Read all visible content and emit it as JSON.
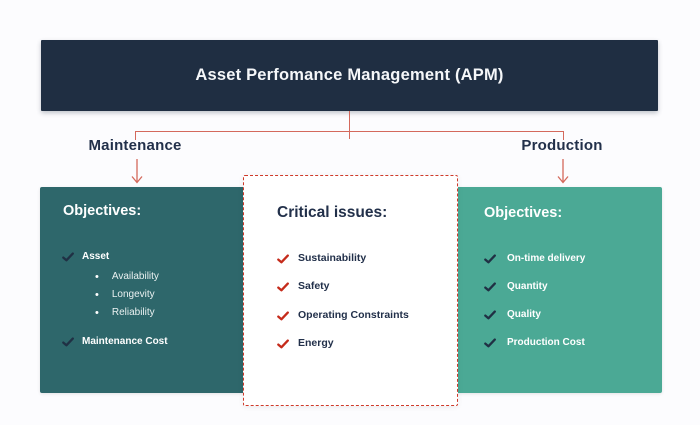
{
  "header": {
    "title": "Asset Perfomance Management (APM)"
  },
  "branches": {
    "left": {
      "label": "Maintenance"
    },
    "right": {
      "label": "Production"
    }
  },
  "panels": {
    "left": {
      "title": "Objectives:",
      "item_asset": "Asset",
      "subs": [
        "Availability",
        "Longevity",
        "Reliability"
      ],
      "item_cost": "Maintenance Cost"
    },
    "center": {
      "title": "Critical issues:",
      "items": [
        "Sustainability",
        "Safety",
        "Operating Constraints",
        "Energy"
      ]
    },
    "right": {
      "title": "Objectives:",
      "items": [
        "On-time delivery",
        "Quantity",
        "Quality",
        "Production Cost"
      ]
    }
  },
  "icons": {
    "check_navy": "check-icon",
    "check_red": "check-icon",
    "bullet": "bullet-icon",
    "arrow_down": "arrow-down-icon",
    "bullet_glyph": "•"
  },
  "colors": {
    "header_bg": "#1f2e42",
    "left_panel_bg": "#2e676b",
    "right_panel_bg": "#4ba995",
    "connector_red": "#d4695c",
    "check_red": "#c52b1b",
    "check_navy": "#203044",
    "dashed_border_red": "#cf3a2a",
    "navy_text": "#22304a"
  }
}
